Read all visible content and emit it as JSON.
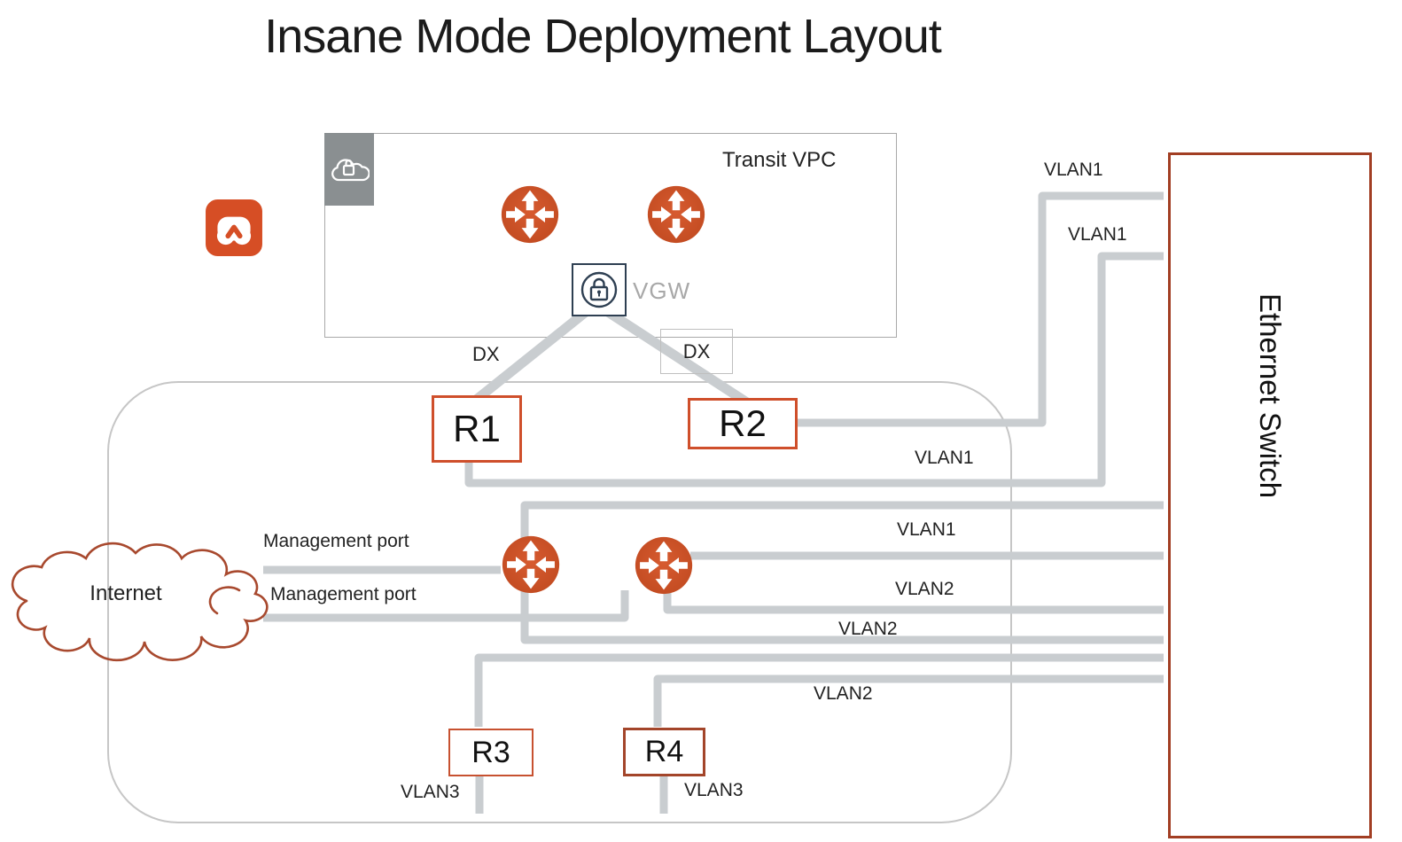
{
  "title": "Insane Mode Deployment Layout",
  "transit_vpc": {
    "label": "Transit VPC",
    "vgw_label": "VGW"
  },
  "dx": {
    "left": "DX",
    "right": "DX"
  },
  "routers": {
    "r1": "R1",
    "r2": "R2",
    "r3": "R3",
    "r4": "R4"
  },
  "internet": {
    "label": "Internet"
  },
  "ethernet_switch": {
    "label": "Ethernet Switch"
  },
  "management": {
    "port1": "Management port",
    "port2": "Management port"
  },
  "vlan": {
    "v1_top_right": "VLAN1",
    "v1_upper_right": "VLAN1",
    "v1_r1_line": "VLAN1",
    "v1_gateway_line": "VLAN1",
    "v2_gw2_line": "VLAN2",
    "v2_gw1_line": "VLAN2",
    "v2_r4_line": "VLAN2",
    "v3_r3": "VLAN3",
    "v3_r4": "VLAN3"
  },
  "icons": {
    "aviatrix_logo": "aviatrix-gateway-logo",
    "vpc_lock_cloud": "locked-cloud-icon",
    "vgw_lock": "vgw-lock-icon",
    "router": "router-arrows-icon",
    "internet_cloud": "internet-cloud-shape"
  },
  "colors": {
    "orange_accent": "#CD5227",
    "orange_border": "#CF4F2B",
    "brick_red": "#A23E23",
    "line_gray": "#C9CDD0",
    "border_gray": "#BFBFBF",
    "icon_square_gray": "#8A8F91",
    "vgw_navy": "#2E3F52",
    "muted_text": "#A8A8A8",
    "cloud_stroke": "#A8492E"
  }
}
